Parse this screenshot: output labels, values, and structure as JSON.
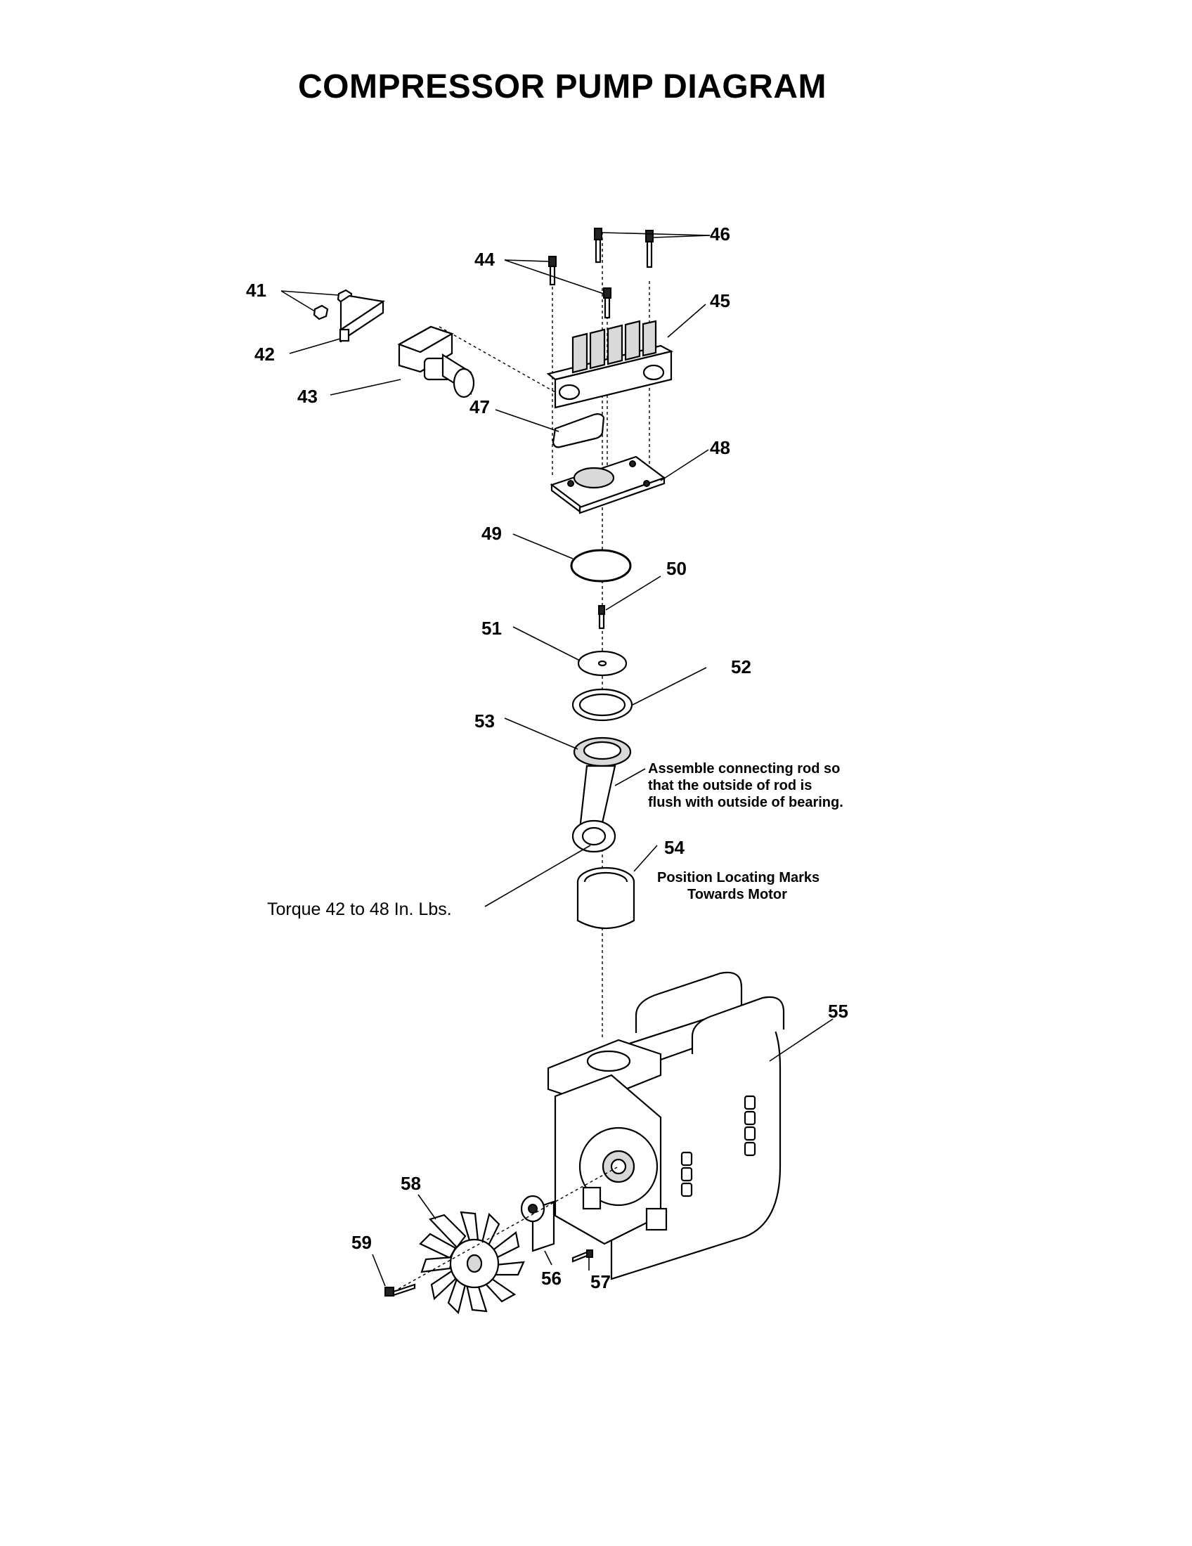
{
  "page": {
    "title": "COMPRESSOR PUMP DIAGRAM"
  },
  "labels": {
    "p41": "41",
    "p42": "42",
    "p43": "43",
    "p44": "44",
    "p45": "45",
    "p46": "46",
    "p47": "47",
    "p48": "48",
    "p49": "49",
    "p50": "50",
    "p51": "51",
    "p52": "52",
    "p53": "53",
    "p54": "54",
    "p55": "55",
    "p56": "56",
    "p57": "57",
    "p58": "58",
    "p59": "59"
  },
  "notes": {
    "rod_line1": "Assemble connecting rod so",
    "rod_line2": "that the outside of rod is",
    "rod_line3": "flush with outside of bearing.",
    "marks_line1": "Position Locating Marks",
    "marks_line2": "Towards Motor",
    "torque": "Torque  42 to 48 In. Lbs."
  }
}
